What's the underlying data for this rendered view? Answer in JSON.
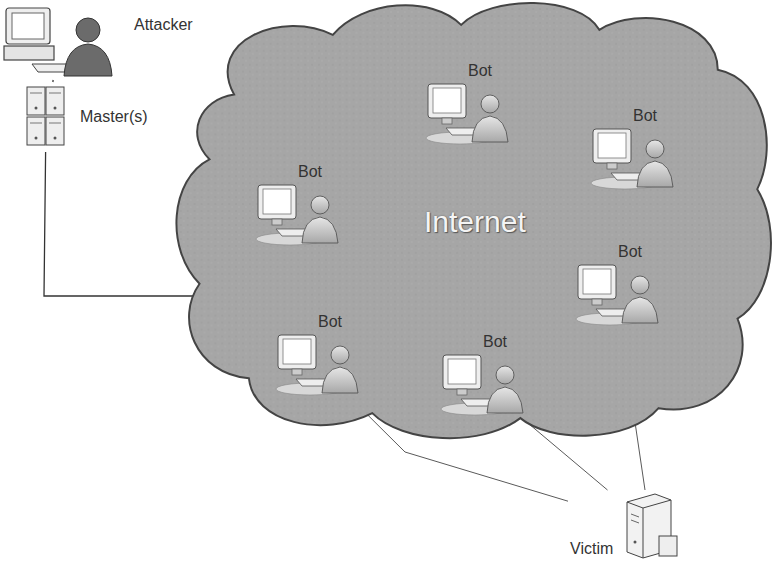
{
  "diagram": {
    "nodes": [
      {
        "text": [
          "Attacker"
        ]
      },
      {
        "text": [
          "Master(s)"
        ]
      },
      {
        "text": [
          "Internet"
        ]
      },
      {
        "text": [
          "Bot"
        ],
        "in": 2
      },
      {
        "text": [
          "Bot"
        ],
        "in": 2
      },
      {
        "text": [
          "Bot"
        ],
        "in": 2
      },
      {
        "text": [
          "Bot"
        ],
        "in": 2
      },
      {
        "text": [
          "Bot"
        ],
        "in": 2
      },
      {
        "text": [
          "Bot"
        ],
        "in": 2
      },
      {
        "text": [
          "Victim"
        ]
      }
    ],
    "edges": [
      {
        "from": 0,
        "to": 1,
        "arrow": "none"
      },
      {
        "from": 1,
        "to": 7,
        "arrow": "none"
      },
      {
        "from": 3,
        "to": 4,
        "arrow": "none"
      },
      {
        "from": 4,
        "to": 6,
        "arrow": "none"
      },
      {
        "from": 5,
        "to": 7,
        "arrow": "none"
      },
      {
        "from": 7,
        "to": 8,
        "arrow": "none"
      },
      {
        "from": 7,
        "to": 9,
        "arrow": "none"
      },
      {
        "from": 8,
        "to": 9,
        "arrow": "none"
      },
      {
        "from": 6,
        "to": 9,
        "arrow": "none"
      }
    ]
  }
}
